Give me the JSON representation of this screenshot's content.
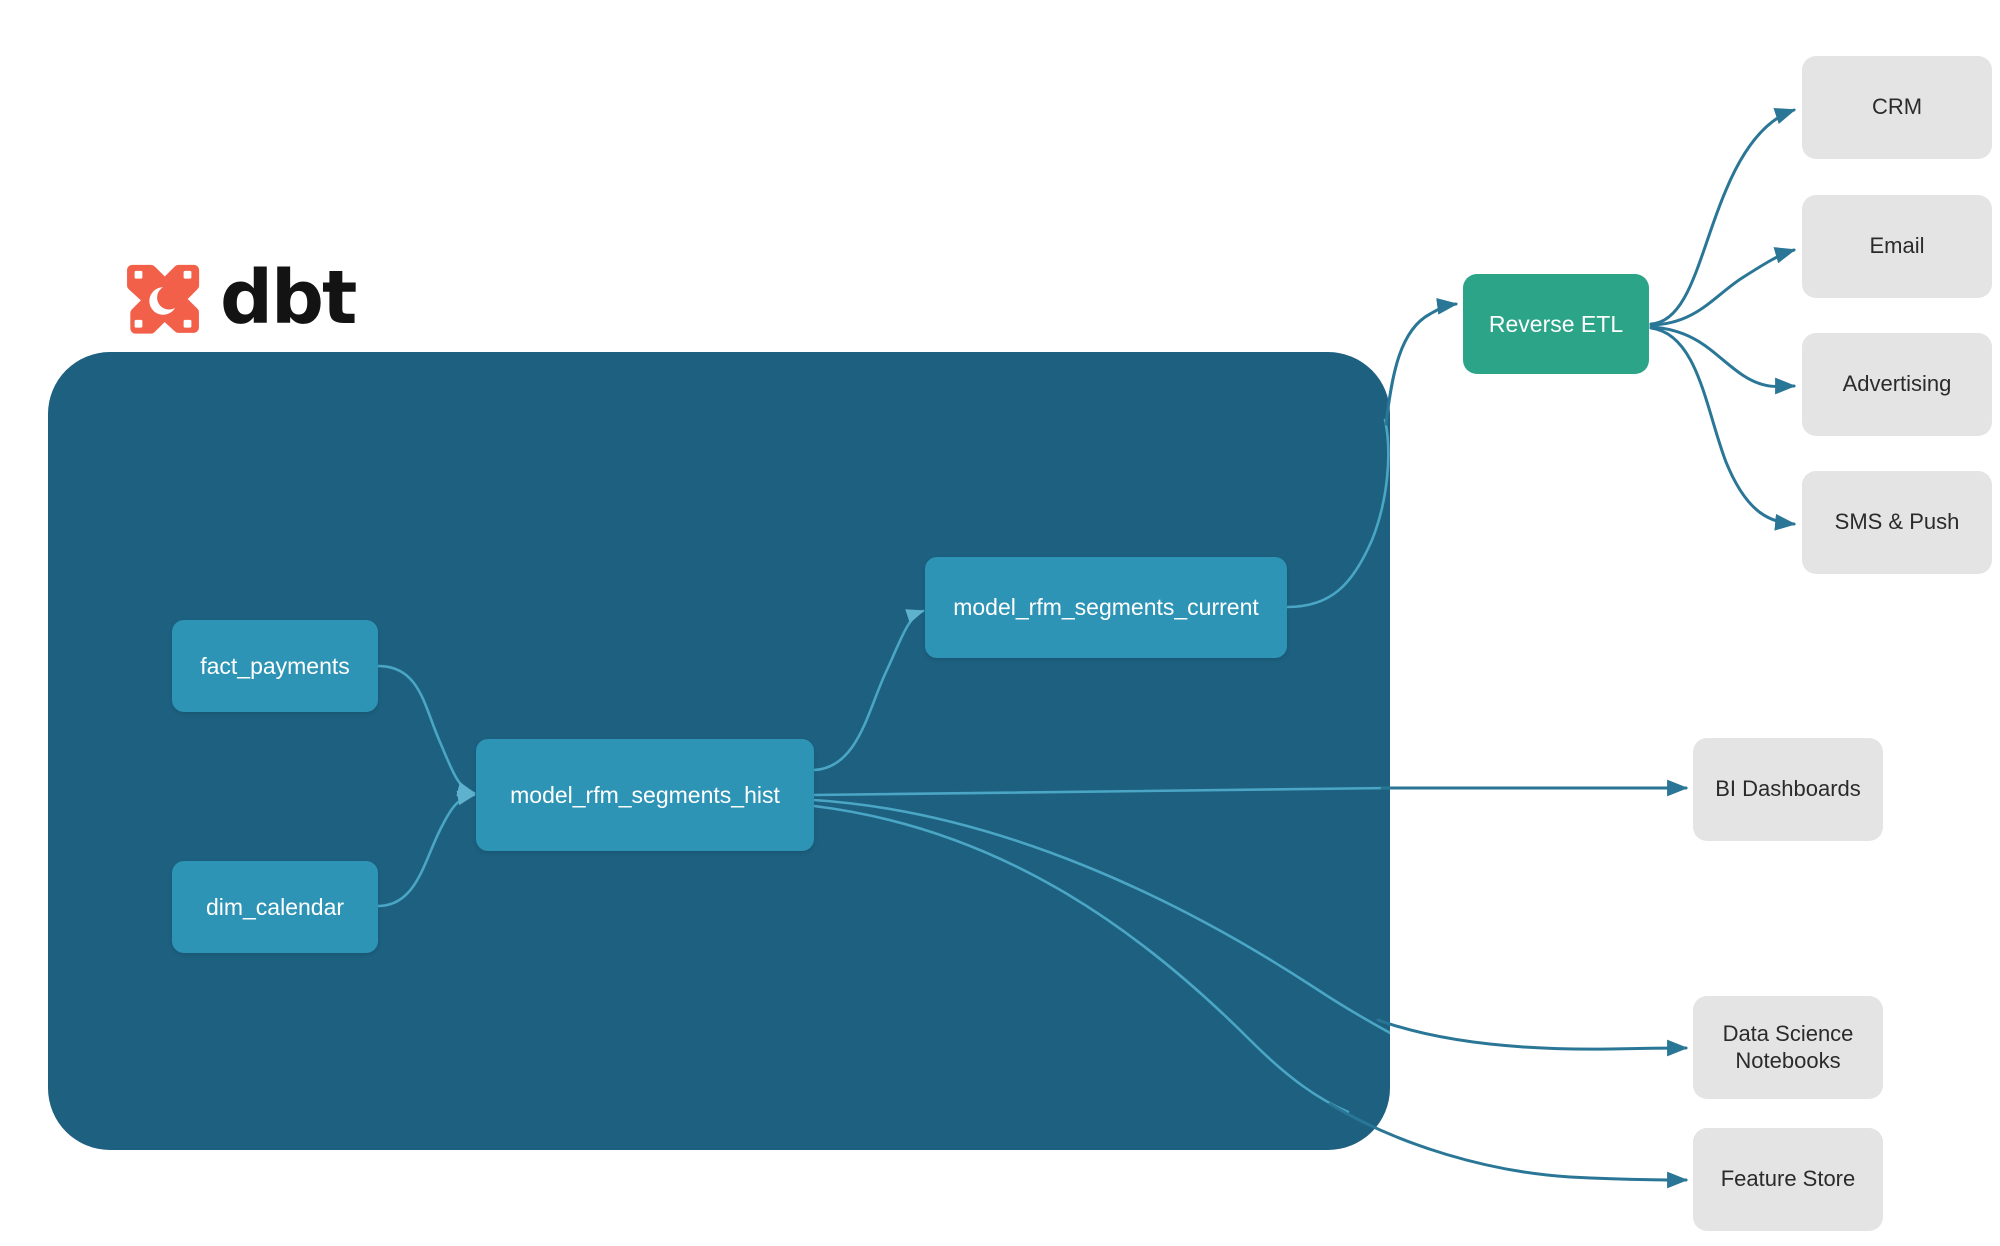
{
  "brand": {
    "logo_icon": "dbt-x-logo-icon",
    "wordmark": "dbt",
    "logo_color": "#f2604a"
  },
  "colors": {
    "container": "#1d6080",
    "model_node": "#2e94b5",
    "reverse_etl_node": "#2ba488",
    "sink_node": "#e4e4e4",
    "edge_outer": "#2a7696",
    "edge_inner": "#2e94b5",
    "background": "#ffffff"
  },
  "container": {
    "name": "dbt-project-boundary"
  },
  "nodes": {
    "sources": [
      {
        "id": "fact_payments",
        "label": "fact_payments"
      },
      {
        "id": "dim_calendar",
        "label": "dim_calendar"
      }
    ],
    "models": [
      {
        "id": "model_rfm_segments_hist",
        "label": "model_rfm_segments_hist"
      },
      {
        "id": "model_rfm_segments_current",
        "label": "model_rfm_segments_current"
      }
    ],
    "activation": [
      {
        "id": "reverse_etl",
        "label": "Reverse ETL"
      }
    ],
    "destinations": [
      {
        "id": "crm",
        "label": "CRM"
      },
      {
        "id": "email",
        "label": "Email"
      },
      {
        "id": "advertising",
        "label": "Advertising"
      },
      {
        "id": "sms_push",
        "label": "SMS & Push"
      }
    ],
    "consumers": [
      {
        "id": "bi_dashboards",
        "label": "BI Dashboards"
      },
      {
        "id": "data_science_notebooks",
        "label": "Data Science\nNotebooks"
      },
      {
        "id": "feature_store",
        "label": "Feature Store"
      }
    ]
  },
  "chart_data": {
    "type": "diagram",
    "title": "dbt RFM segmentation lineage and activation flow",
    "layout": "left-to-right directed acyclic graph",
    "edges": [
      {
        "from": "fact_payments",
        "to": "model_rfm_segments_hist"
      },
      {
        "from": "dim_calendar",
        "to": "model_rfm_segments_hist"
      },
      {
        "from": "model_rfm_segments_hist",
        "to": "model_rfm_segments_current"
      },
      {
        "from": "model_rfm_segments_current",
        "to": "reverse_etl"
      },
      {
        "from": "model_rfm_segments_hist",
        "to": "bi_dashboards"
      },
      {
        "from": "model_rfm_segments_hist",
        "to": "data_science_notebooks"
      },
      {
        "from": "model_rfm_segments_hist",
        "to": "feature_store"
      },
      {
        "from": "reverse_etl",
        "to": "crm"
      },
      {
        "from": "reverse_etl",
        "to": "email"
      },
      {
        "from": "reverse_etl",
        "to": "advertising"
      },
      {
        "from": "reverse_etl",
        "to": "sms_push"
      }
    ]
  }
}
